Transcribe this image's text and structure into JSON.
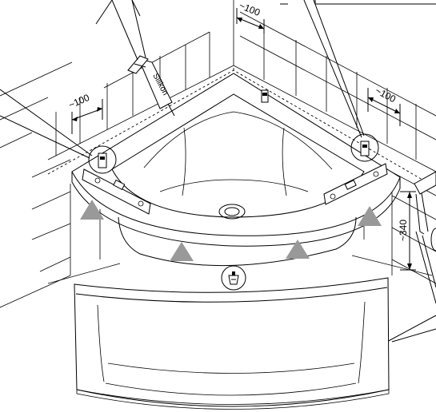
{
  "labels": {
    "dim_top": "~100",
    "dim_left": "~100",
    "dim_right": "~100",
    "dim_height": "~340",
    "silicone": "Silikon"
  },
  "colors": {
    "line": "#000000",
    "marker": "#999999",
    "arrow": "#999999",
    "background": "#ffffff"
  },
  "markers": [
    {
      "name": "support-triangle-left-back"
    },
    {
      "name": "support-triangle-right-back"
    },
    {
      "name": "support-triangle-front-left"
    },
    {
      "name": "support-triangle-front-right"
    }
  ]
}
